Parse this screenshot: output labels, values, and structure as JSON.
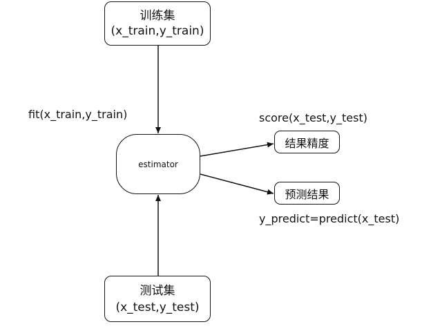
{
  "diagram": {
    "nodes": {
      "train": {
        "title": "训练集",
        "subtitle": "(x_train,y_train)"
      },
      "test": {
        "title": "测试集",
        "subtitle": "(x_test,y_test)"
      },
      "estimator": {
        "label": "estimator"
      },
      "accuracy": {
        "label": "结果精度"
      },
      "prediction": {
        "label": "预测结果"
      }
    },
    "edge_labels": {
      "fit": "fit(x_train,y_train)",
      "score": "score(x_test,y_test)",
      "predict": "y_predict=predict(x_test)"
    },
    "edges": [
      {
        "from": "train",
        "to": "estimator",
        "label_key": "fit"
      },
      {
        "from": "test",
        "to": "estimator"
      },
      {
        "from": "estimator",
        "to": "accuracy",
        "label_key": "score"
      },
      {
        "from": "estimator",
        "to": "prediction",
        "label_key": "predict"
      }
    ],
    "colors": {
      "stroke": "#111111",
      "background": "#ffffff"
    }
  }
}
